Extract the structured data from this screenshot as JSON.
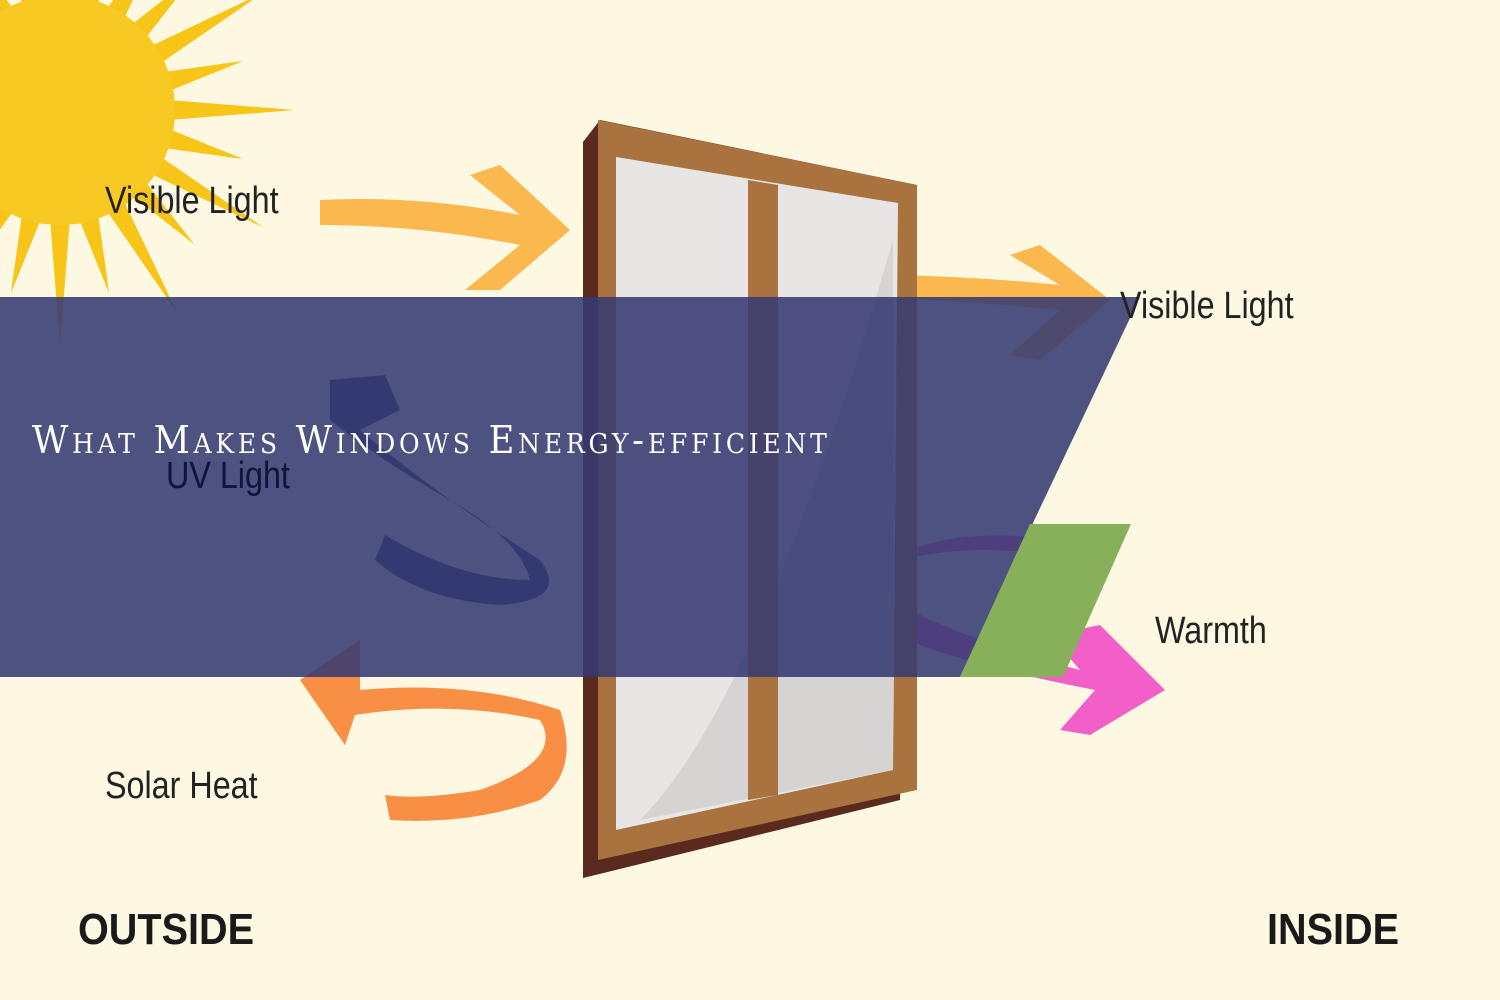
{
  "title": "What Makes Windows Energy-efficient",
  "labels": {
    "visible_light_outside": "Visible Light",
    "visible_light_inside": "Visible Light",
    "uv_light": "UV Light",
    "warmth": "Warmth",
    "solar_heat": "Solar Heat",
    "outside": "OUTSIDE",
    "inside": "INSIDE"
  },
  "colors": {
    "background": "#fdf8e2",
    "sun": "#f7c518",
    "visible_light_arrow": "#fbb84e",
    "uv_arrow": "#2e3f6a",
    "warmth_arrow": "#f25fc8",
    "solar_heat_arrow": "#f98e45",
    "frame": "#a8733e",
    "banner": "#3a3f78",
    "accent": "#86b05a"
  }
}
